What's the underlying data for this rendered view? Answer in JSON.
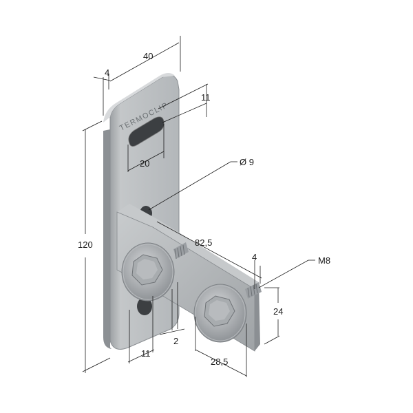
{
  "brand": "TERMOCLIP",
  "dimensions": {
    "width_top": "40",
    "thickness_top": "4",
    "slot_height": "11",
    "slot_length": "20",
    "hole_diameter": "Ø 9",
    "plate_height": "120",
    "arm_length": "82,5",
    "arm_thickness": "4",
    "thread": "M8",
    "arm_height": "24",
    "offset_small": "2",
    "bolt_offset": "11",
    "bolt_spacing": "28,5"
  },
  "colors": {
    "metal_light": "#c9ccce",
    "metal_mid": "#a9adb0",
    "metal_dark": "#7f8488",
    "hole": "#3c3f42"
  }
}
